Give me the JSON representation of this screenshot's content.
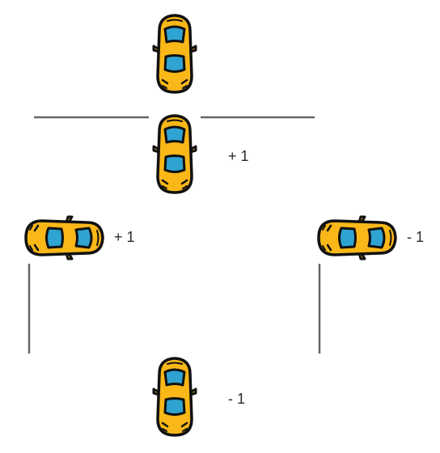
{
  "labels": {
    "top": "+ 1",
    "left": "+ 1",
    "right": "- 1",
    "bottom": "- 1"
  },
  "colors": {
    "car_body": "#f9b718",
    "car_glass": "#2fa3d1",
    "car_outline": "#111111",
    "road_line": "#666666"
  }
}
